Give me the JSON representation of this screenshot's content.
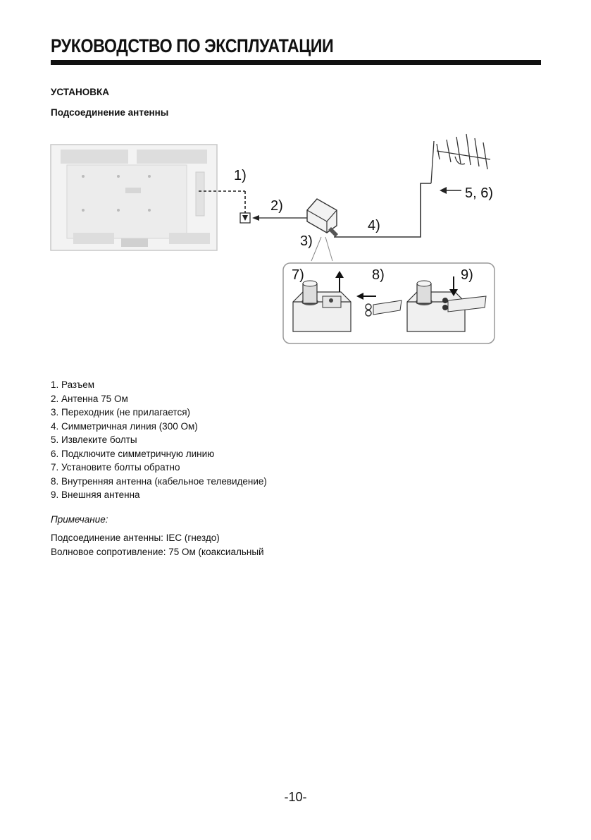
{
  "header": {
    "title": "РУКОВОДСТВО ПО ЭКСПЛУАТАЦИИ"
  },
  "section": {
    "title": "УСТАНОВКА",
    "subtitle": "Подсоединение антенны"
  },
  "diagram": {
    "callouts": [
      "1)",
      "2)",
      "3)",
      "4)",
      "5, 6)",
      "7)",
      "8)",
      "9)"
    ],
    "icons": [
      "tv-back-panel",
      "antenna-connector",
      "adapter",
      "outdoor-antenna",
      "adapter-detail"
    ]
  },
  "items": [
    "1. Разъем",
    "2. Антенна 75 Ом",
    "3. Переходник (не прилагается)",
    "4. Симметричная линия (300 Ом)",
    "5. Извлеките болты",
    "6. Подключите симметричную линию",
    "7. Установите болты обратно",
    "8. Внутренняя антенна (кабельное телевидение)",
    "9. Внешняя антенна"
  ],
  "note": {
    "title": "Примечание:",
    "lines": [
      "Подсоединение антенны: IEC (гнездо)",
      "Волновое сопротивление: 75 Ом (коаксиальный"
    ]
  },
  "footer": {
    "page_number": "-10-"
  }
}
